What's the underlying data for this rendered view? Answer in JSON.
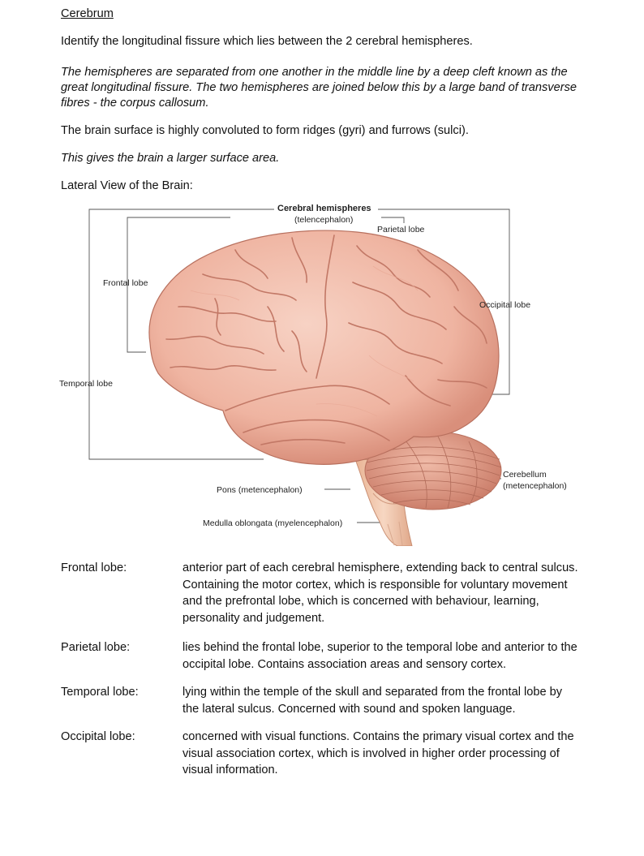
{
  "doc": {
    "heading": "Cerebrum",
    "p1": "Identify the longitudinal fissure which lies between the 2 cerebral hemispheres.",
    "p2": "The hemispheres are separated from one another in the middle line by a deep cleft known as the great longitudinal fissure. The two hemispheres are joined below this by a large band of transverse fibres - the corpus callosum.",
    "p3": "The brain surface is highly convoluted to form ridges (gyri) and furrows (sulci).",
    "p4": "This gives the brain a larger surface area.",
    "p5": "Lateral View of the Brain:"
  },
  "diagram": {
    "cerebral": "Cerebral hemispheres",
    "telencephalon": "(telencephalon)",
    "parietal": "Parietal lobe",
    "frontal": "Frontal lobe",
    "occipital": "Occipital lobe",
    "temporal": "Temporal lobe",
    "cerebellum": "Cerebellum",
    "metencephalon": "(metencephalon)",
    "pons": "Pons (metencephalon)",
    "medulla": "Medulla oblongata (myelencephalon)",
    "colors": {
      "cortex": "#f0b9a8",
      "cortex_dark": "#c9806f",
      "cerebellum": "#e6a894",
      "stem": "#f2c9b0"
    }
  },
  "definitions": [
    {
      "term": "Frontal lobe:",
      "text": "anterior part of each cerebral hemisphere, extending back to central sulcus. Containing the motor cortex, which is responsible for voluntary movement and the prefrontal lobe, which is concerned with behaviour, learning, personality and judgement."
    },
    {
      "term": "Parietal lobe:",
      "text": "lies behind the frontal lobe, superior to the temporal lobe and anterior to the occipital lobe. Contains association areas and sensory cortex."
    },
    {
      "term": "Temporal lobe:",
      "text": "lying within the temple of the skull and separated from the frontal lobe by the lateral sulcus. Concerned with sound and spoken language."
    },
    {
      "term": "Occipital lobe:",
      "text": "concerned with visual functions. Contains the primary visual cortex and the visual association cortex, which is involved in higher order processing of visual information."
    }
  ]
}
